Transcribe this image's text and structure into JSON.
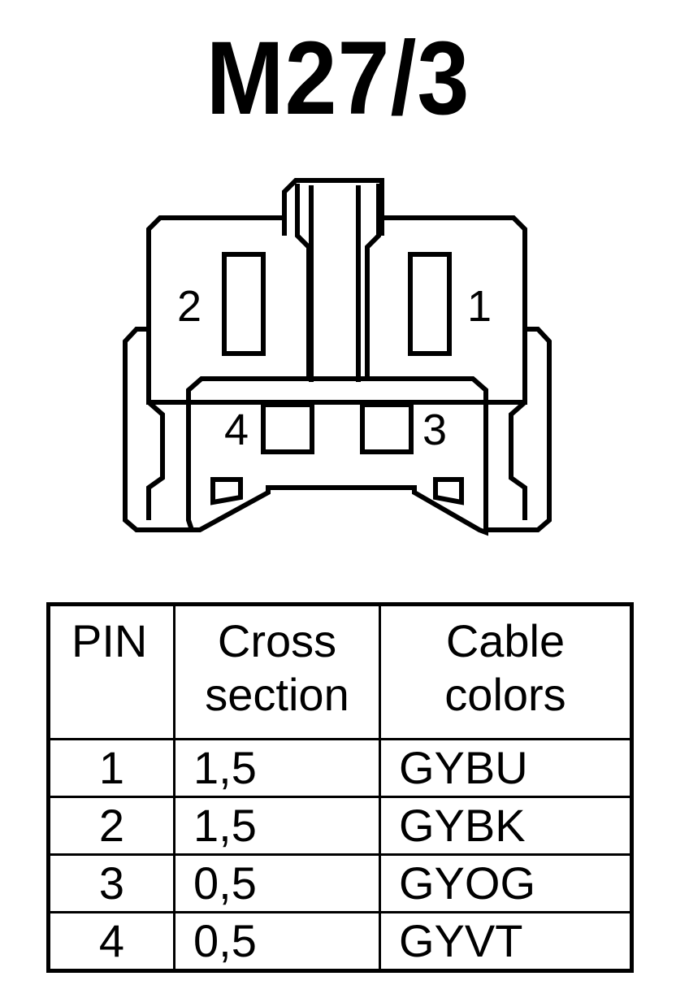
{
  "title": "M27/3",
  "connector": {
    "pin_labels": [
      "1",
      "2",
      "3",
      "4"
    ]
  },
  "table": {
    "headers": {
      "pin": "PIN",
      "cross_section_line1": "Cross",
      "cross_section_line2": "section",
      "cable_colors_line1": "Cable",
      "cable_colors_line2": "colors"
    },
    "rows": [
      {
        "pin": "1",
        "cross_section": "1,5",
        "color": "GYBU"
      },
      {
        "pin": "2",
        "cross_section": "1,5",
        "color": "GYBK"
      },
      {
        "pin": "3",
        "cross_section": "0,5",
        "color": "GYOG"
      },
      {
        "pin": "4",
        "cross_section": "0,5",
        "color": "GYVT"
      }
    ]
  }
}
